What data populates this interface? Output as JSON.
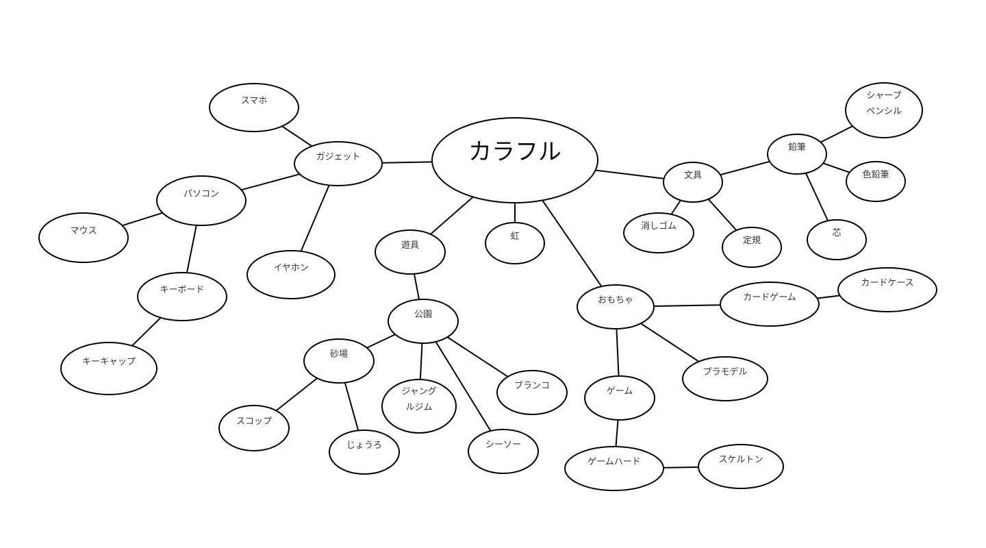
{
  "mindmap": {
    "nodes": [
      {
        "id": "root",
        "label": [
          "カラフル"
        ]
      },
      {
        "id": "gadget",
        "label": [
          "ガジェット"
        ]
      },
      {
        "id": "smaho",
        "label": [
          "スマホ"
        ]
      },
      {
        "id": "pasokon",
        "label": [
          "パソコン"
        ]
      },
      {
        "id": "mouse",
        "label": [
          "マウス"
        ]
      },
      {
        "id": "keyboard",
        "label": [
          "キーボード"
        ]
      },
      {
        "id": "keycap",
        "label": [
          "キーキャップ"
        ]
      },
      {
        "id": "earphone",
        "label": [
          "イヤホン"
        ]
      },
      {
        "id": "yugu",
        "label": [
          "遊具"
        ]
      },
      {
        "id": "niji",
        "label": [
          "虹"
        ]
      },
      {
        "id": "koen",
        "label": [
          "公園"
        ]
      },
      {
        "id": "sunaba",
        "label": [
          "砂場"
        ]
      },
      {
        "id": "scoop",
        "label": [
          "スコップ"
        ]
      },
      {
        "id": "jouro",
        "label": [
          "じょうろ"
        ]
      },
      {
        "id": "jungle",
        "label": [
          "ジャング",
          "ルジム"
        ]
      },
      {
        "id": "seesaw",
        "label": [
          "シーソー"
        ]
      },
      {
        "id": "buranko",
        "label": [
          "ブランコ"
        ]
      },
      {
        "id": "bungu",
        "label": [
          "文具"
        ]
      },
      {
        "id": "keshigomu",
        "label": [
          "消しゴム"
        ]
      },
      {
        "id": "jougi",
        "label": [
          "定規"
        ]
      },
      {
        "id": "enpitsu",
        "label": [
          "鉛筆"
        ]
      },
      {
        "id": "sharp",
        "label": [
          "シャープ",
          "ペンシル"
        ]
      },
      {
        "id": "iroenpitsu",
        "label": [
          "色鉛筆"
        ]
      },
      {
        "id": "shin",
        "label": [
          "芯"
        ]
      },
      {
        "id": "omocha",
        "label": [
          "おもちゃ"
        ]
      },
      {
        "id": "cardgame",
        "label": [
          "カードゲーム"
        ]
      },
      {
        "id": "cardcase",
        "label": [
          "カードケース"
        ]
      },
      {
        "id": "plamodel",
        "label": [
          "プラモデル"
        ]
      },
      {
        "id": "game",
        "label": [
          "ゲーム"
        ]
      },
      {
        "id": "gamehard",
        "label": [
          "ゲームハード"
        ]
      },
      {
        "id": "skeleton",
        "label": [
          "スケルトン"
        ]
      }
    ],
    "edges": [
      [
        "root",
        "gadget"
      ],
      [
        "gadget",
        "smaho"
      ],
      [
        "gadget",
        "pasokon"
      ],
      [
        "pasokon",
        "mouse"
      ],
      [
        "pasokon",
        "keyboard"
      ],
      [
        "keyboard",
        "keycap"
      ],
      [
        "gadget",
        "earphone"
      ],
      [
        "root",
        "yugu"
      ],
      [
        "root",
        "niji"
      ],
      [
        "yugu",
        "koen"
      ],
      [
        "koen",
        "sunaba"
      ],
      [
        "sunaba",
        "scoop"
      ],
      [
        "sunaba",
        "jouro"
      ],
      [
        "koen",
        "jungle"
      ],
      [
        "koen",
        "seesaw"
      ],
      [
        "koen",
        "buranko"
      ],
      [
        "root",
        "bungu"
      ],
      [
        "bungu",
        "keshigomu"
      ],
      [
        "bungu",
        "jougi"
      ],
      [
        "bungu",
        "enpitsu"
      ],
      [
        "enpitsu",
        "sharp"
      ],
      [
        "enpitsu",
        "iroenpitsu"
      ],
      [
        "enpitsu",
        "shin"
      ],
      [
        "root",
        "omocha"
      ],
      [
        "omocha",
        "cardgame"
      ],
      [
        "cardgame",
        "cardcase"
      ],
      [
        "omocha",
        "plamodel"
      ],
      [
        "omocha",
        "game"
      ],
      [
        "game",
        "gamehard"
      ],
      [
        "gamehard",
        "skeleton"
      ]
    ]
  }
}
